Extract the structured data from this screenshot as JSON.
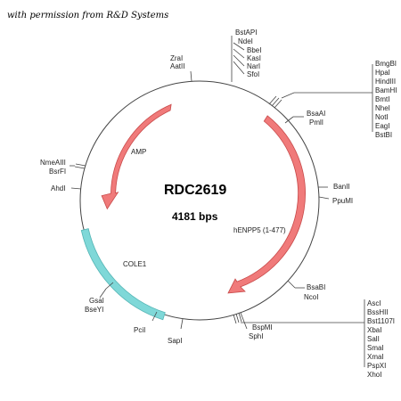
{
  "permission_text": "with permission from R&D Systems",
  "plasmid": {
    "name": "RDC2619",
    "size_label": "4181 bps"
  },
  "features": {
    "amp": "AMP",
    "henpp5": "hENPP5 (1-477)",
    "cole1": "COLE1"
  },
  "sites": {
    "group_top": [
      "BstAPI",
      "NdeI",
      "BbeI",
      "KasI",
      "NarI",
      "SfoI"
    ],
    "zrai": "ZraI",
    "aatii": "AatII",
    "group_right_top": [
      "BmgBI",
      "HpaI",
      "HindIII",
      "BamHI",
      "BmtI",
      "NheI",
      "NotI",
      "EagI",
      "BstBI"
    ],
    "bsaai": "BsaAI",
    "pmli": "PmlI",
    "banii": "BanII",
    "ppumi": "PpuMI",
    "bsabi": "BsaBI",
    "ncoi": "NcoI",
    "group_right_bottom": [
      "AscI",
      "BssHII",
      "Bst1107I",
      "XbaI",
      "SalI",
      "SmaI",
      "XmaI",
      "PspXI",
      "XhoI"
    ],
    "bspmi": "BspMI",
    "sphi": "SphI",
    "sapi": "SapI",
    "pcii": "PciI",
    "gsai": "GsaI",
    "bseyi": "BseYI",
    "ahdi": "AhdI",
    "bsrfi": "BsrFI",
    "nmeaiii": "NmeAIII"
  },
  "colors": {
    "backbone": "#444444",
    "arrow_fill": "#f07a7a",
    "arrow_stroke": "#c84a4a",
    "cole1_fill": "#7fd8d8"
  }
}
